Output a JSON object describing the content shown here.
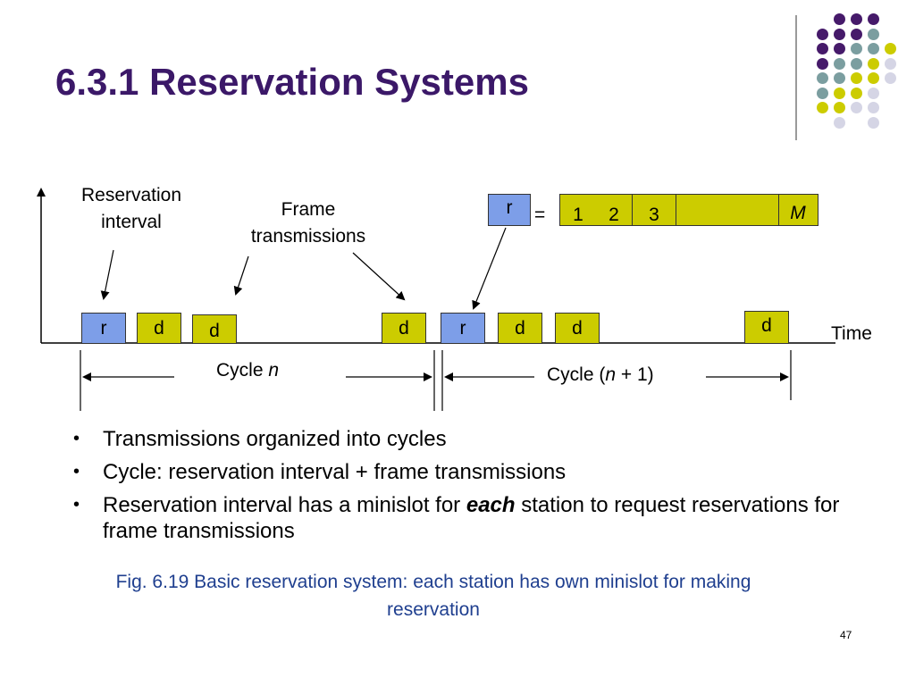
{
  "title": "6.3.1 Reservation Systems",
  "colors": {
    "title": "#3b1868",
    "reservation": "#7d9ee8",
    "data": "#cccc00",
    "caption": "#1f3f8f",
    "dot_purple": "#461a6a",
    "dot_teal": "#7b9ea0",
    "dot_yellow": "#cccc00",
    "dot_lavender": "#d5d5e5"
  },
  "diagram": {
    "labels": {
      "reservation_interval_line1": "Reservation",
      "reservation_interval_line2": "interval",
      "frame_tx_line1": "Frame",
      "frame_tx_line2": "transmissions",
      "time": "Time",
      "cycle_n_prefix": "Cycle ",
      "cycle_n_var": "n",
      "cycle_n1_prefix": "Cycle (",
      "cycle_n1_var": "n",
      "cycle_n1_suffix": " + 1)",
      "equals": "="
    },
    "slots": [
      {
        "kind": "r",
        "text": "r"
      },
      {
        "kind": "d",
        "text": "d"
      },
      {
        "kind": "d",
        "text": "d"
      },
      {
        "kind": "d",
        "text": "d"
      },
      {
        "kind": "r",
        "text": "r"
      },
      {
        "kind": "d",
        "text": "d"
      },
      {
        "kind": "d",
        "text": "d"
      },
      {
        "kind": "d",
        "text": "d"
      }
    ],
    "minislot_r": "r",
    "minislots": [
      "1",
      "2",
      "3",
      "",
      "M"
    ]
  },
  "bullets": [
    {
      "text": "Transmissions organized into cycles"
    },
    {
      "text": "Cycle:  reservation interval + frame transmissions"
    },
    {
      "pre": "Reservation interval has a minislot for ",
      "emph": "each",
      "post": " station to request reservations for frame transmissions"
    }
  ],
  "caption": "Fig. 6.19 Basic reservation system: each station has own minislot for making reservation",
  "page_number": "47"
}
